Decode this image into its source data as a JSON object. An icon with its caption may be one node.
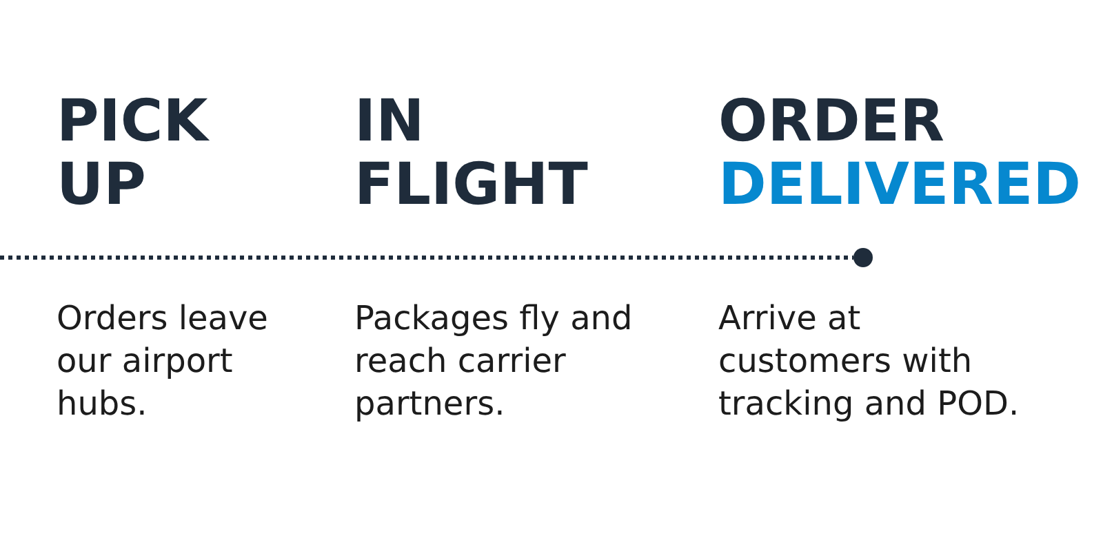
{
  "diagram": {
    "nodes": [
      {
        "text": [
          "PICK UP",
          "Orders leave our airport hubs."
        ]
      },
      {
        "text": [
          "IN FLIGHT",
          "Packages fly and reach carrier partners."
        ]
      },
      {
        "text": [
          "ORDER",
          "DELIVERED",
          "Arrive at customers with tracking and POD."
        ]
      },
      {
        "text": [],
        "shape": "circle"
      }
    ],
    "edges": [
      {
        "from": null,
        "to": 3,
        "arrow": "none",
        "style": "dashed"
      }
    ]
  }
}
